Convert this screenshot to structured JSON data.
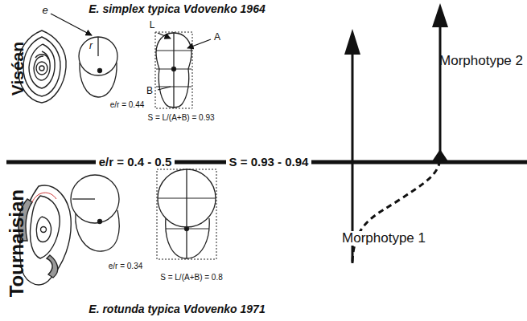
{
  "diagram": {
    "labels": [
      "E. simplex typica Vdovenko 1964",
      "Viséan",
      "e",
      "r",
      "L",
      "A",
      "e/r = 0.44",
      "B",
      "S = L/(A+B) = 0.93",
      "Morphotype 2",
      "e/r = 0.4 - 0.5",
      "S = 0.93 - 0.94",
      "Morphotype 1",
      "Tournaisian",
      "e/r = 0.34",
      "S = L/(A+B) = 0.8",
      "E. rotunda typica Vdovenko 1971"
    ]
  }
}
